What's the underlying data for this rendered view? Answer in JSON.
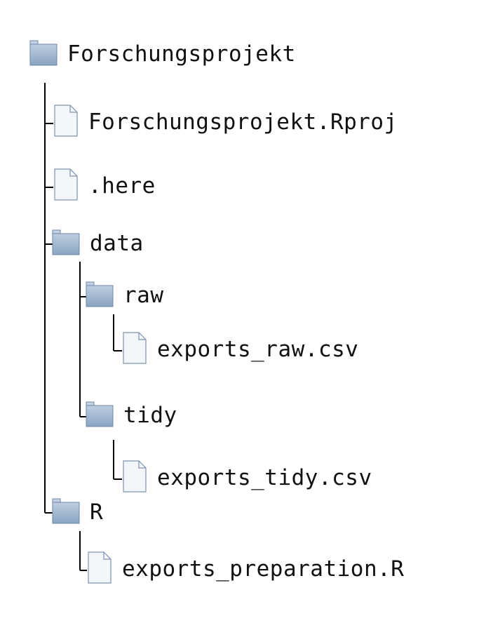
{
  "tree": {
    "root": {
      "label": "Forschungsprojekt",
      "icon": "folder-icon"
    },
    "items": [
      {
        "label": "Forschungsprojekt.Rproj",
        "icon": "file-icon"
      },
      {
        "label": ".here",
        "icon": "file-icon"
      },
      {
        "label": "data",
        "icon": "folder-icon"
      },
      {
        "label": "raw",
        "icon": "folder-icon"
      },
      {
        "label": "exports_raw.csv",
        "icon": "file-icon"
      },
      {
        "label": "tidy",
        "icon": "folder-icon"
      },
      {
        "label": "exports_tidy.csv",
        "icon": "file-icon"
      },
      {
        "label": "R",
        "icon": "folder-icon"
      },
      {
        "label": "exports_preparation.R",
        "icon": "file-icon"
      }
    ]
  },
  "colors": {
    "folder_fill_top": "#c4d2e2",
    "folder_fill_bottom": "#8ea7c6",
    "folder_stroke": "#6d87a8",
    "file_stroke": "#7d93ad",
    "line": "#000000",
    "text": "#111111"
  }
}
